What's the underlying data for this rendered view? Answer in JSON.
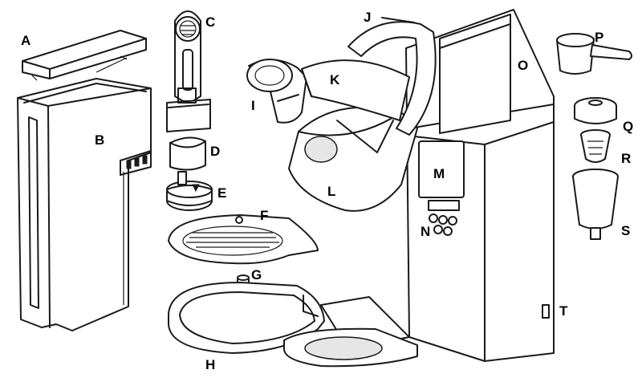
{
  "diagram": {
    "labels": {
      "A": "A",
      "B": "B",
      "C": "C",
      "D": "D",
      "E": "E",
      "F": "F",
      "G": "G",
      "H": "H",
      "I": "I",
      "J": "J",
      "K": "K",
      "L": "L",
      "M": "M",
      "N": "N",
      "O": "O",
      "P": "P",
      "Q": "Q",
      "R": "R",
      "S": "S",
      "T": "T"
    }
  }
}
